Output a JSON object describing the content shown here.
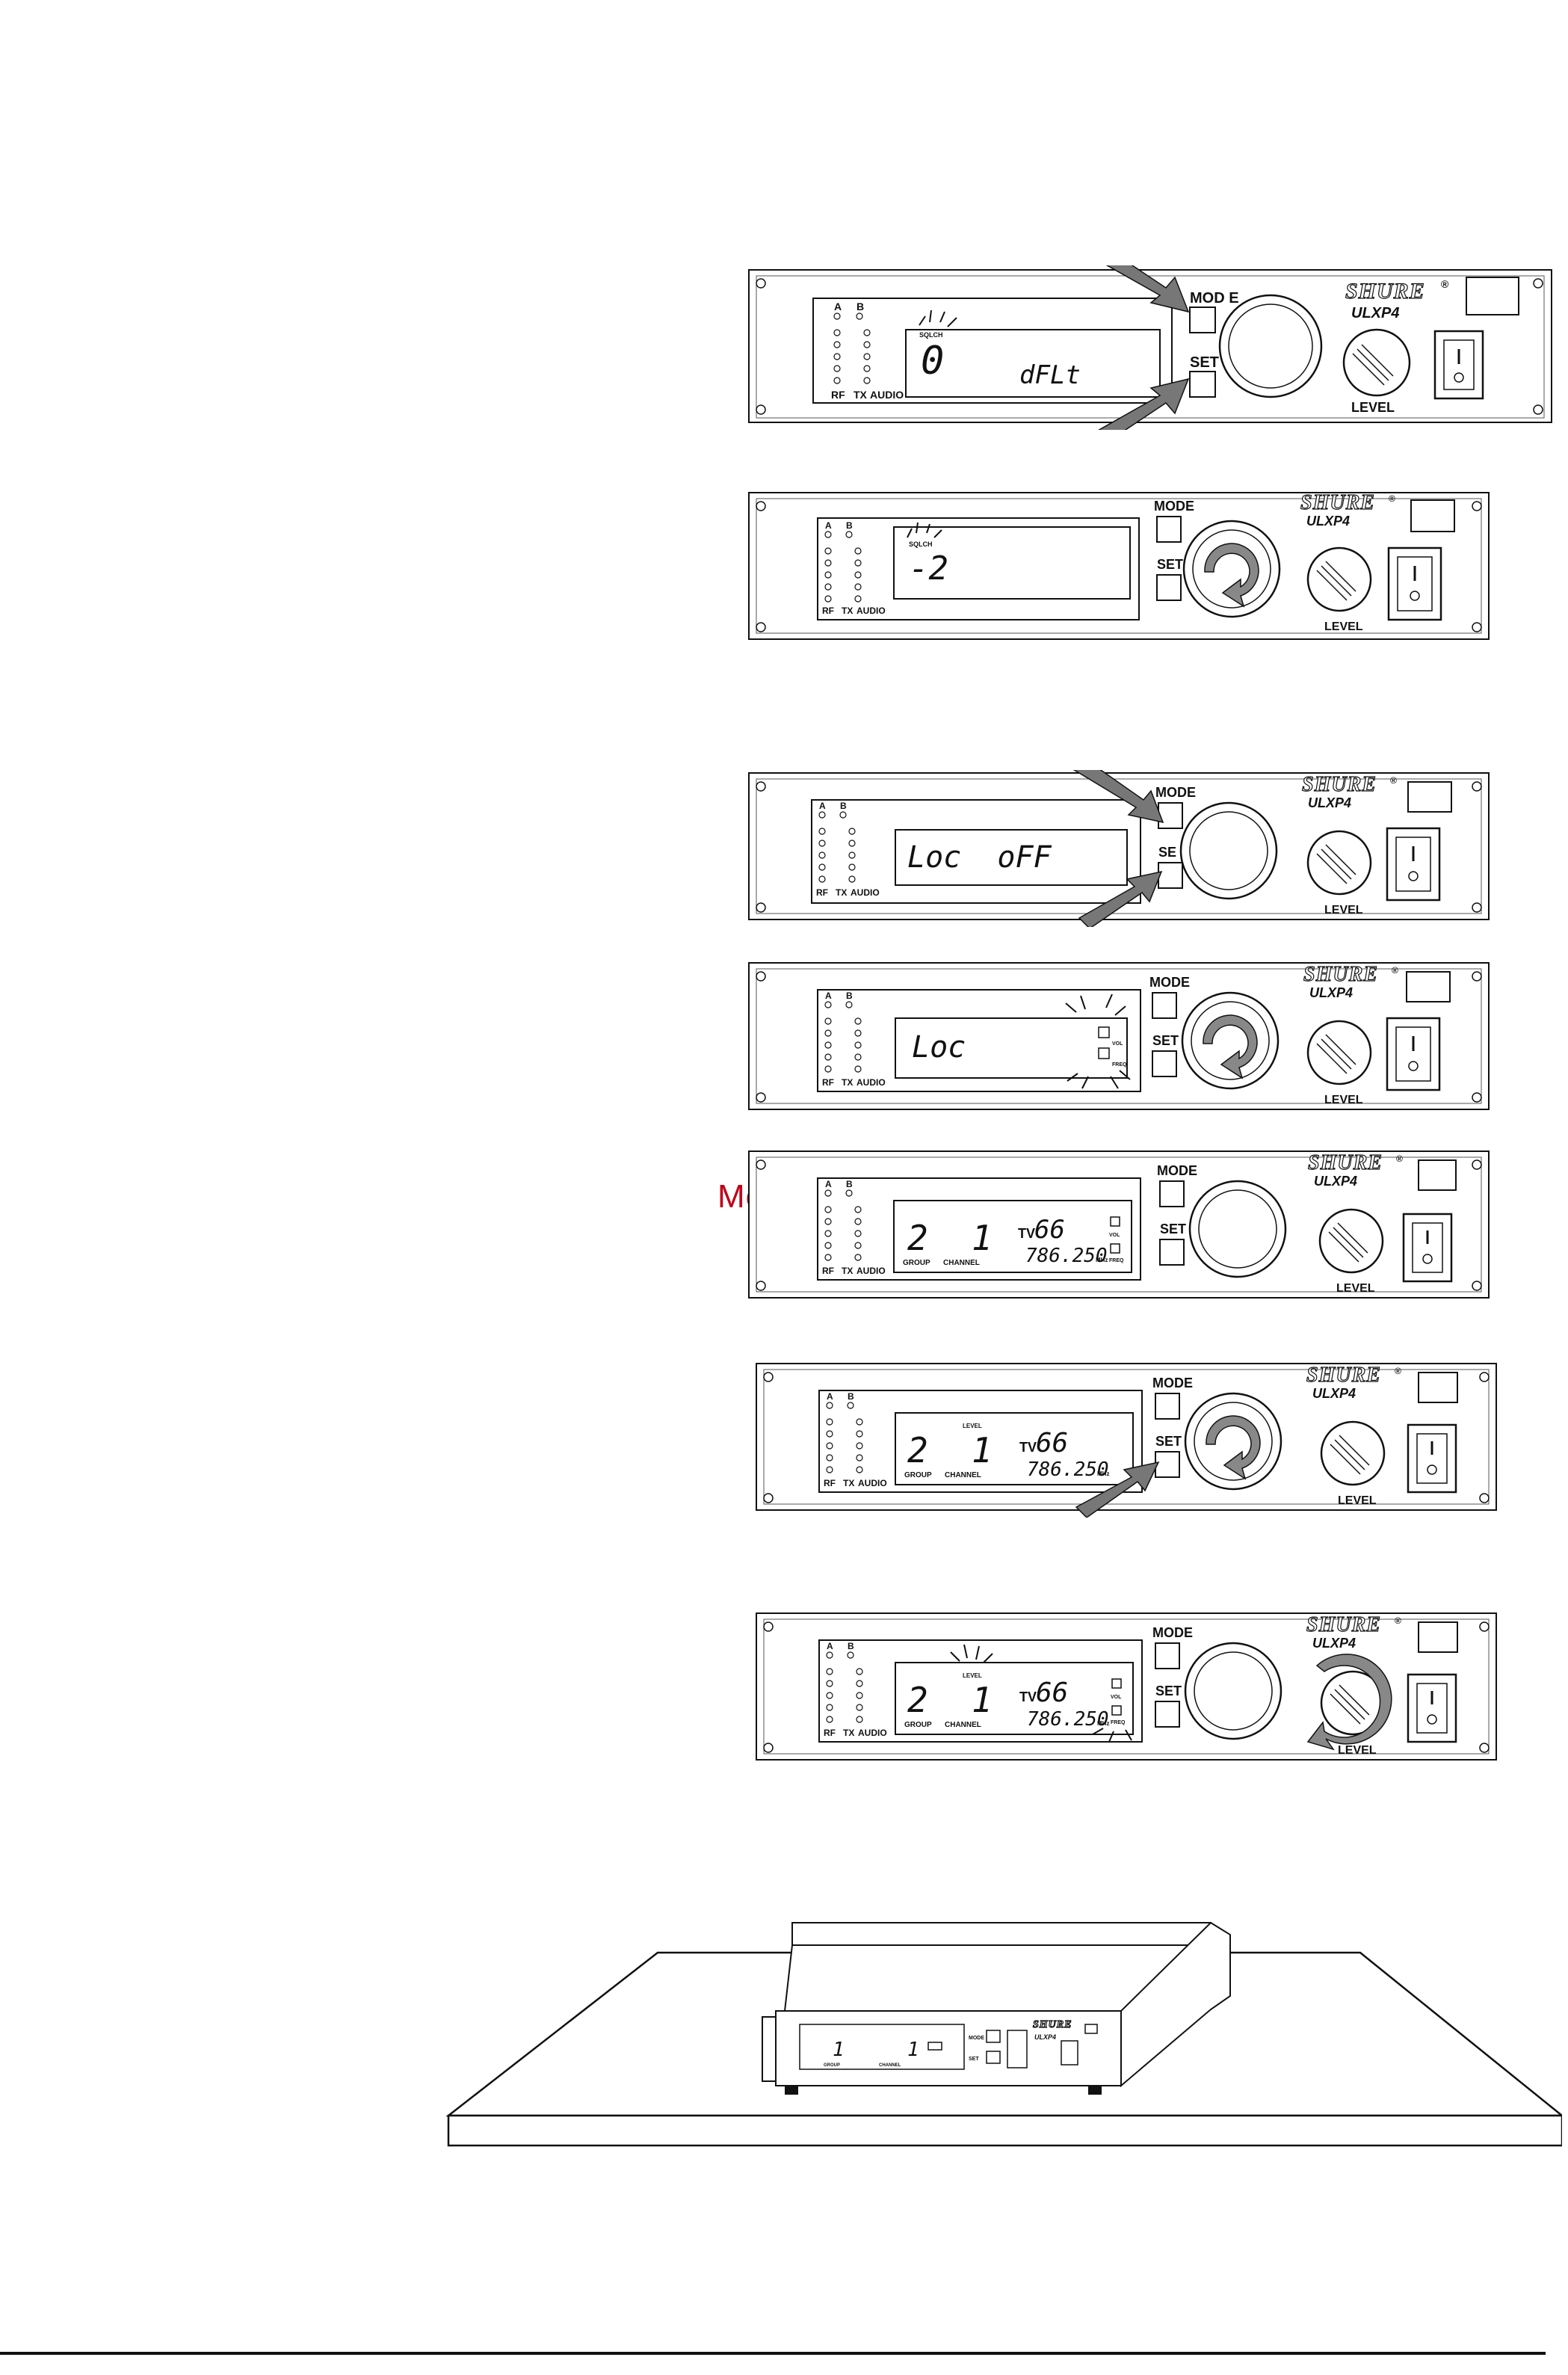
{
  "watermark": "McGrp.Ru",
  "receiver": {
    "brand": "SHURE",
    "registered": "®",
    "model": "ULXP4",
    "mode_label": "MODE",
    "mode_label_spaced": "MOD E",
    "set_label": "SET",
    "set_label_spaced": "SE T",
    "level_label": "LEVEL",
    "ant_a": "A",
    "ant_b": "B",
    "rf_label": "RF",
    "tx_label": "TX",
    "audio_label": "AUDIO",
    "group_label": "GROUP",
    "channel_label": "CHANNEL",
    "tv_label": "TV",
    "mhz_label": "MHz",
    "sql_label": "SQLCH",
    "lcd_level_label": "LEVEL",
    "lock_label1": "VOL",
    "lock_label2": "FREQ"
  },
  "panels": [
    {
      "id": "p1",
      "arrows": [
        "mode",
        "set"
      ],
      "lcd": {
        "digit": "0",
        "text": "dFLt",
        "sql": true
      }
    },
    {
      "id": "p2",
      "arrows": [],
      "rotate_knob": true,
      "lcd": {
        "digit": "-2",
        "sql": true
      }
    },
    {
      "id": "p3",
      "arrows": [
        "mode",
        "set"
      ],
      "lcd": {
        "text": "Loc  oFF"
      }
    },
    {
      "id": "p4",
      "arrows": [],
      "rotate_knob": true,
      "lcd": {
        "text": "Loc",
        "locks": true
      }
    },
    {
      "id": "p5",
      "arrows": [],
      "lcd": {
        "group": "2",
        "channel": "1",
        "tv": "66",
        "freq": "786.250",
        "locks": true
      }
    },
    {
      "id": "p6",
      "arrows": [
        "set"
      ],
      "rotate_knob": true,
      "lcd": {
        "group": "2",
        "channel": "1",
        "tv": "66",
        "freq": "786.250",
        "level_word": true
      }
    },
    {
      "id": "p7",
      "arrows": [],
      "rotate_level": true,
      "lcd": {
        "group": "2",
        "channel": "1",
        "tv": "66",
        "freq": "786.250",
        "level_word": true,
        "locks": true
      }
    }
  ],
  "desk_unit": {
    "group": "1",
    "channel": "1",
    "group_label": "GROUP",
    "channel_label": "CHANNEL",
    "mode_label": "MODE",
    "set_label": "SET",
    "brand": "SHURE",
    "model": "ULXP4"
  }
}
